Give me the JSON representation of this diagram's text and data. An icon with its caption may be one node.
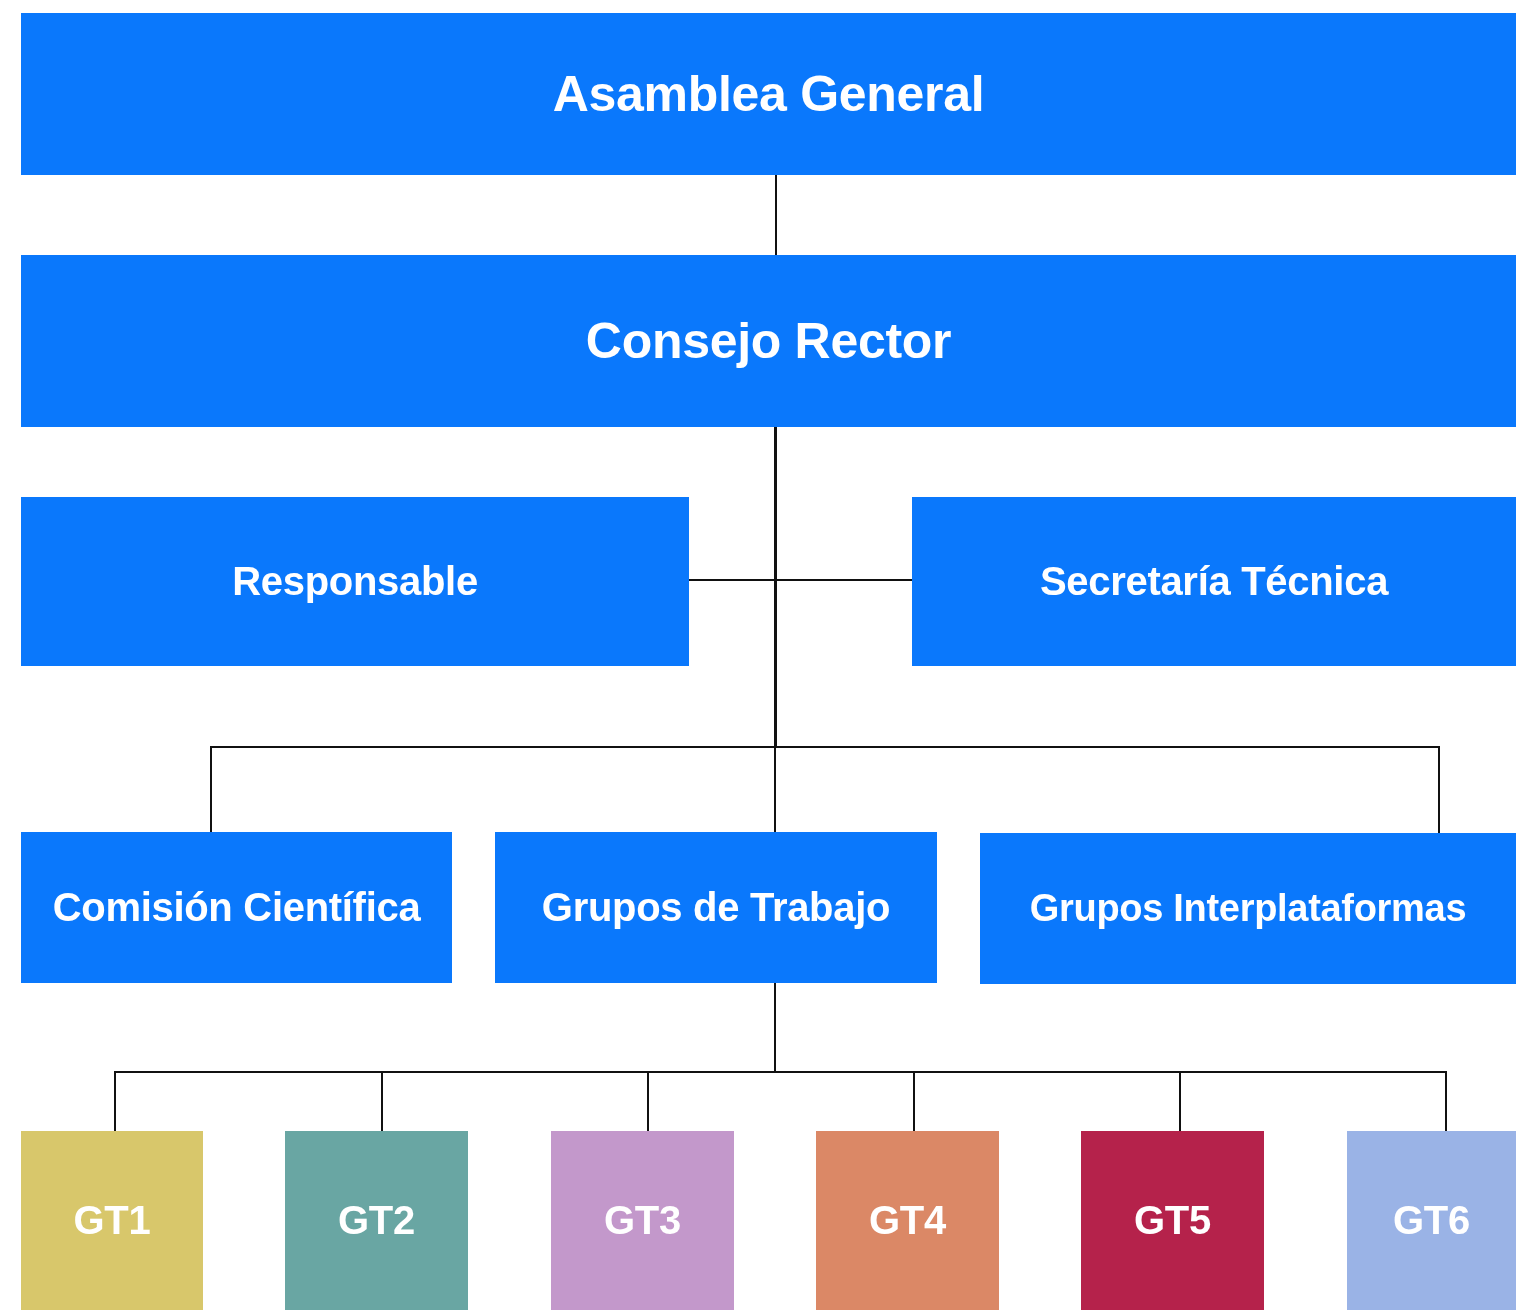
{
  "diagram": {
    "nodes": [
      {
        "text": [
          "Asamblea General"
        ]
      },
      {
        "text": [
          "Consejo Rector"
        ]
      },
      {
        "text": [
          "Responsable"
        ]
      },
      {
        "text": [
          "Secretaría Técnica"
        ]
      },
      {
        "text": [
          "Comisión Científica"
        ]
      },
      {
        "text": [
          "Grupos de Trabajo"
        ]
      },
      {
        "text": [
          "Grupos Interplataformas"
        ]
      },
      {
        "text": [
          "GT1"
        ]
      },
      {
        "text": [
          "GT2"
        ]
      },
      {
        "text": [
          "GT3"
        ]
      },
      {
        "text": [
          "GT4"
        ]
      },
      {
        "text": [
          "GT5"
        ]
      },
      {
        "text": [
          "GT6"
        ]
      }
    ],
    "edges": [
      {
        "from": 0,
        "to": 1,
        "arrow": "none"
      },
      {
        "from": 1,
        "to": 2,
        "arrow": "none"
      },
      {
        "from": 1,
        "to": 3,
        "arrow": "none"
      },
      {
        "from": 1,
        "to": 4,
        "arrow": "none"
      },
      {
        "from": 1,
        "to": 5,
        "arrow": "none"
      },
      {
        "from": 1,
        "to": 6,
        "arrow": "none"
      },
      {
        "from": 5,
        "to": 7,
        "arrow": "none"
      },
      {
        "from": 5,
        "to": 8,
        "arrow": "none"
      },
      {
        "from": 5,
        "to": 9,
        "arrow": "none"
      },
      {
        "from": 5,
        "to": 10,
        "arrow": "none"
      },
      {
        "from": 5,
        "to": 11,
        "arrow": "none"
      },
      {
        "from": 5,
        "to": 12,
        "arrow": "none"
      }
    ]
  }
}
